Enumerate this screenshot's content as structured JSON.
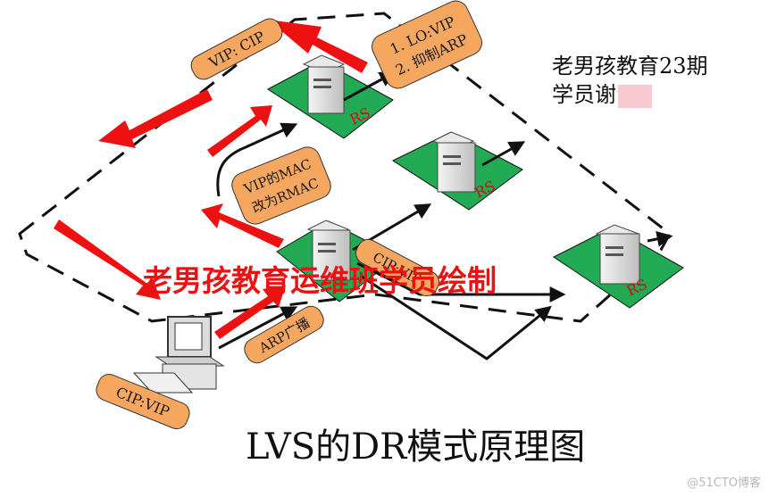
{
  "title": "LVS的DR模式原理图",
  "credit": {
    "line1": "老男孩教育23期",
    "line2": "学员谢"
  },
  "overlay_text": "老男孩教育运维班学员绘制",
  "watermark": "@51CTO博客",
  "labels": {
    "vip_cip": "VIP: CIP",
    "lo_vip": "1. LO:VIP",
    "arp_suppress": "2. 抑制ARP",
    "vip_mac_1": "VIP的MAC",
    "vip_mac_2": "改为RMAC",
    "cip_vip_mid": "CIP:VIP",
    "arp_broadcast": "ARP广播",
    "cip_vip_client": "CIP:VIP"
  },
  "nodes": {
    "rs_label": "RS"
  },
  "colors": {
    "platform_green": "#22aa55",
    "tag_orange": "#f5a760",
    "arrow_red": "#ee1111",
    "flow_line": "#111111"
  }
}
